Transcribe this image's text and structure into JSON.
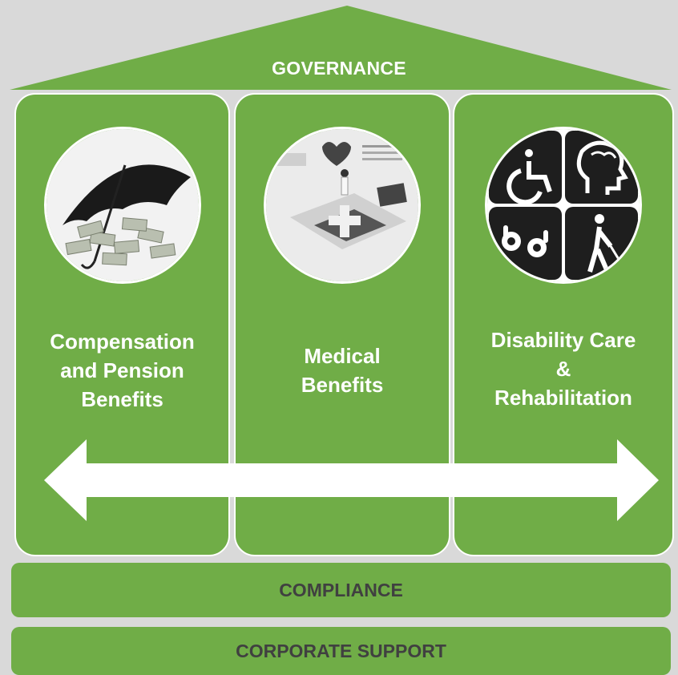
{
  "roof": {
    "label": "GOVERNANCE"
  },
  "pillars": [
    {
      "label_lines": [
        "Compensation",
        "and Pension",
        "Benefits"
      ],
      "image": "umbrella-money-image"
    },
    {
      "label_lines": [
        "Medical",
        "Benefits"
      ],
      "image": "medical-care-image"
    },
    {
      "label_lines": [
        "Disability Care",
        "&",
        "Rehabilitation"
      ],
      "image": "disability-icons-image"
    }
  ],
  "foundation": {
    "compliance": "COMPLIANCE",
    "corporate_support": "CORPORATE SUPPORT"
  },
  "colors": {
    "green": "#70ad47",
    "background": "#d9d9d9",
    "white": "#ffffff",
    "dark_text": "#404040"
  }
}
